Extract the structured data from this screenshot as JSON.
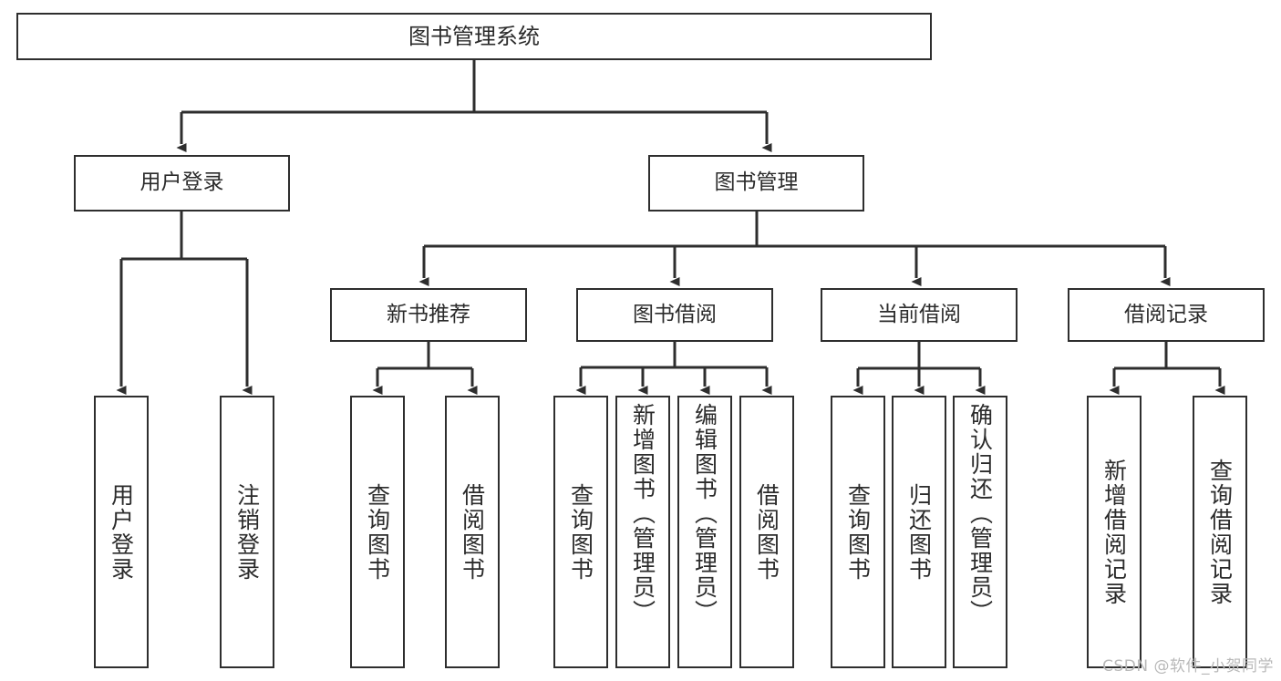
{
  "diagram": {
    "title": "图书管理系统",
    "type": "tree-hierarchy-chart",
    "watermark": "CSDN @软件_小贺同学",
    "colors": {
      "box_border": "#2e2e2e",
      "box_fill": "#ffffff",
      "connector": "#2e2e2e",
      "text": "#2b2b2b",
      "watermark": "#b9b9b9"
    },
    "nodes": {
      "root": {
        "label": "图书管理系统"
      },
      "level2": [
        {
          "label": "用户登录"
        },
        {
          "label": "图书管理"
        }
      ],
      "level3": [
        {
          "label": "新书推荐"
        },
        {
          "label": "图书借阅"
        },
        {
          "label": "当前借阅"
        },
        {
          "label": "借阅记录"
        }
      ],
      "leaves_user_login": [
        {
          "label": "用户登录"
        },
        {
          "label": "注销登录"
        }
      ],
      "leaves_new_book": [
        {
          "label": "查询图书"
        },
        {
          "label": "借阅图书"
        }
      ],
      "leaves_borrow": [
        {
          "label": "查询图书"
        },
        {
          "label": "新增图书（管理员）"
        },
        {
          "label": "编辑图书（管理员）"
        },
        {
          "label": "借阅图书"
        }
      ],
      "leaves_current": [
        {
          "label": "查询图书"
        },
        {
          "label": "归还图书"
        },
        {
          "label": "确认归还（管理员）"
        }
      ],
      "leaves_record": [
        {
          "label": "新增借阅记录"
        },
        {
          "label": "查询借阅记录"
        }
      ]
    }
  }
}
